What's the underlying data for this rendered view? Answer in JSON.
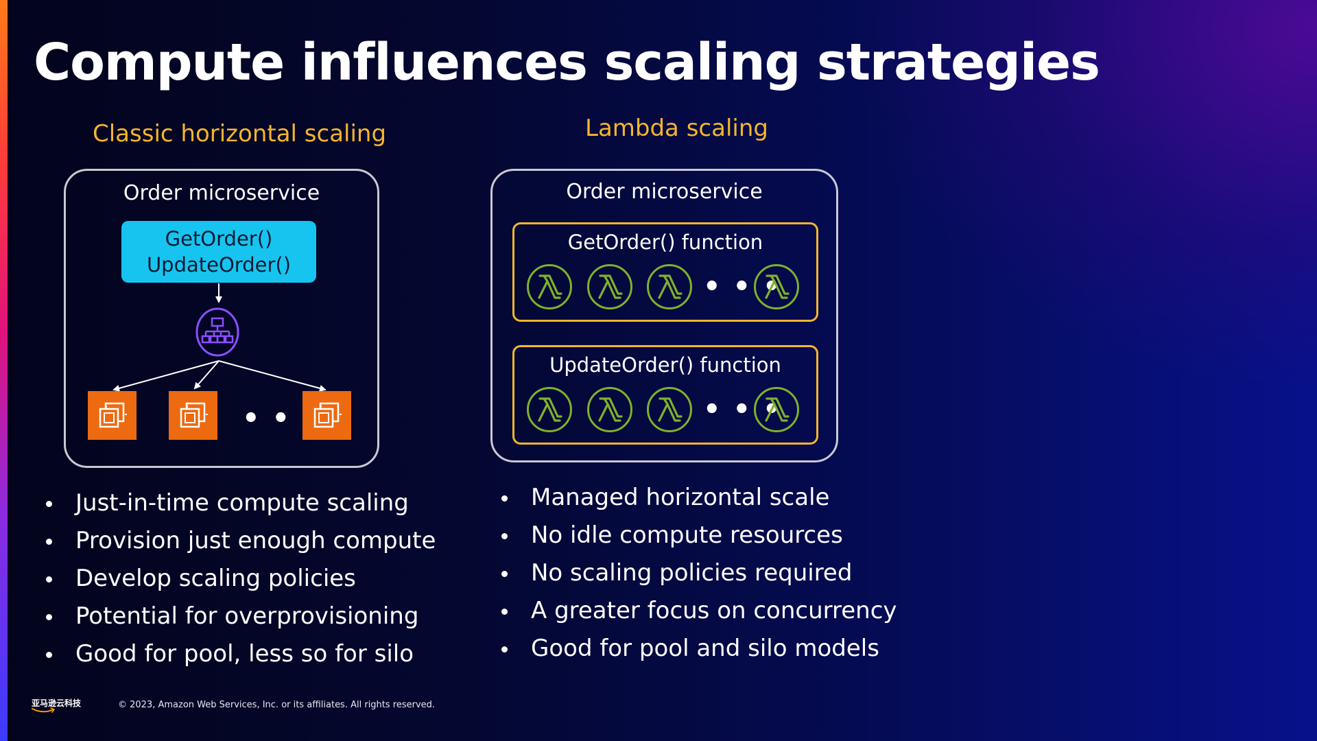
{
  "slide": {
    "title": "Compute influences scaling strategies"
  },
  "left": {
    "heading": "Classic horizontal scaling",
    "panel_label": "Order microservice",
    "code_lines": [
      "GetOrder()",
      "UpdateOrder()"
    ],
    "dots": "• • •",
    "bullets": [
      "Just-in-time compute scaling",
      "Provision just enough compute",
      "Develop scaling policies",
      "Potential for overprovisioning",
      "Good for pool, less so for silo"
    ]
  },
  "right": {
    "heading": "Lambda scaling",
    "panel_label": "Order microservice",
    "functions": [
      {
        "label": "GetOrder() function",
        "dots": "• • •"
      },
      {
        "label": "UpdateOrder() function",
        "dots": "• • •"
      }
    ],
    "bullets": [
      "Managed horizontal scale",
      "No idle compute resources",
      "No scaling policies required",
      "A greater focus on concurrency",
      "Good for pool and silo models"
    ]
  },
  "footer": {
    "logo_text": "亚马逊云科技",
    "copyright": "© 2023, Amazon Web Services, Inc. or its affiliates. All rights reserved."
  },
  "colors": {
    "heading_accent": "#f5b62b",
    "code_box": "#17c4f0",
    "server_orange": "#ed6a11",
    "lambda_green": "#7db22b",
    "load_balancer_purple": "#8c4fff"
  },
  "icons": {
    "load_balancer": "load-balancer-icon",
    "server": "ec2-instance-icon",
    "lambda": "lambda-icon"
  }
}
